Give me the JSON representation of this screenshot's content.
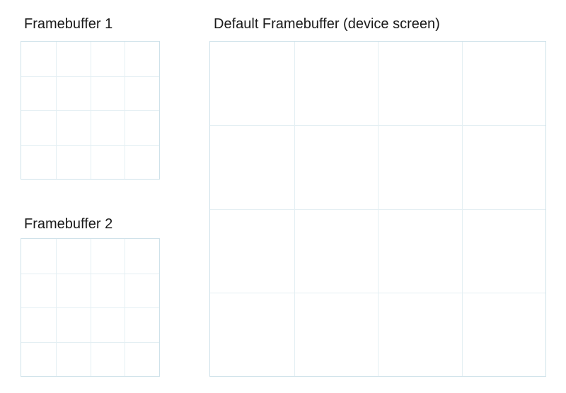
{
  "framebuffer_1": {
    "title": "Framebuffer 1",
    "columns": 4,
    "rows": 4
  },
  "framebuffer_2": {
    "title": "Framebuffer 2",
    "columns": 4,
    "rows": 4
  },
  "default_framebuffer": {
    "title": "Default Framebuffer (device screen)",
    "columns": 4,
    "rows": 4
  },
  "colors": {
    "border": "#cfe2ea",
    "grid_line": "#e4eff3",
    "text": "#1a1a1a"
  }
}
